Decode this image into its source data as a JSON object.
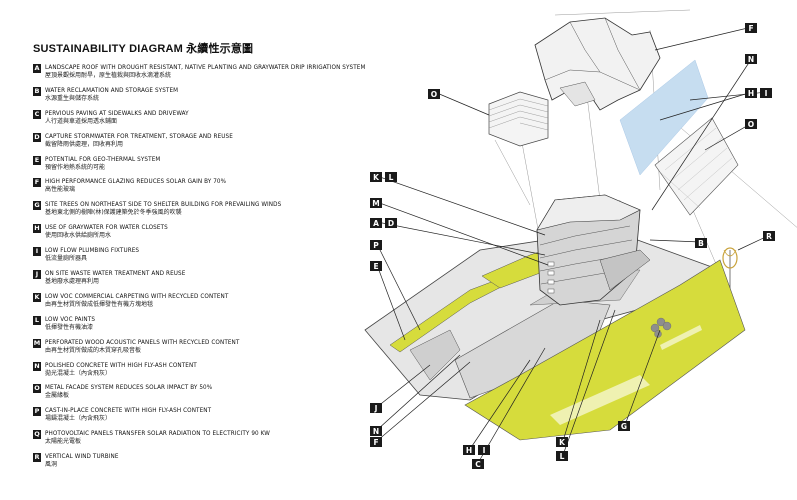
{
  "title": {
    "en": "SUSTAINABILITY DIAGRAM",
    "zh": "永續性示意圖"
  },
  "legend": [
    {
      "key": "A",
      "en": "LANDSCAPE ROOF WITH DROUGHT RESISTANT, NATIVE PLANTING AND GRAYWATER DRIP IRRIGATION SYSTEM",
      "zh": "屋頂景觀採用耐旱，原生植栽與回收水滴灌系統"
    },
    {
      "key": "B",
      "en": "WATER RECLAMATION AND STORAGE SYSTEM",
      "zh": "水源重生與儲存系統"
    },
    {
      "key": "C",
      "en": "PERVIOUS PAVING AT SIDEWALKS AND DRIVEWAY",
      "zh": "人行道與車道採用透水鋪面"
    },
    {
      "key": "D",
      "en": "CAPTURE STORMWATER FOR TREATMENT, STORAGE AND REUSE",
      "zh": "截留降雨供處理，回收再利用"
    },
    {
      "key": "E",
      "en": "POTENTIAL FOR GEO-THERMAL SYSTEM",
      "zh": "預留作地熱系統的可能"
    },
    {
      "key": "F",
      "en": "HIGH PERFORMANCE GLAZING REDUCES SOLAR GAIN BY 70%",
      "zh": "高性能玻璃"
    },
    {
      "key": "G",
      "en": "SITE TREES ON NORTHEAST SIDE TO SHELTER BUILDING FOR PREVAILING WINDS",
      "zh": "基地東北側的樹陣(林)保護建築免於冬季強風的吹襲"
    },
    {
      "key": "H",
      "en": "USE OF GRAYWATER FOR WATER CLOSETS",
      "zh": "使用回收水供給廁所用水"
    },
    {
      "key": "I",
      "en": "LOW FLOW PLUMBING FIXTURES",
      "zh": "低流量廁所器具"
    },
    {
      "key": "J",
      "en": "ON SITE WASTE WATER TREATMENT AND REUSE",
      "zh": "基地廢水處理再利用"
    },
    {
      "key": "K",
      "en": "LOW VOC COMMERCIAL CARPETING WITH RECYCLED CONTENT",
      "zh": "由再生材質所做成低揮發性有機方塊地毯"
    },
    {
      "key": "L",
      "en": "LOW VOC PAINTS",
      "zh": "低揮發性有機油漆"
    },
    {
      "key": "M",
      "en": "PERFORATED WOOD ACOUSTIC PANELS WITH RECYCLED CONTENT",
      "zh": "由再生材質所做成的木質穿孔吸音板"
    },
    {
      "key": "N",
      "en": "POLISHED CONCRETE WITH HIGH FLY-ASH CONTENT",
      "zh": "拋光混凝土（內含飛灰）"
    },
    {
      "key": "O",
      "en": "METAL FACADE SYSTEM REDUCES SOLAR IMPACT BY 50%",
      "zh": "金屬緣板"
    },
    {
      "key": "P",
      "en": "CAST-IN-PLACE CONCRETE WITH HIGH FLY-ASH CONTENT",
      "zh": "場鑄混凝土（內含飛灰）"
    },
    {
      "key": "Q",
      "en": "PHOTOVOLTAIC PANELS TRANSFER SOLAR RADIATION TO ELECTRICITY 90 KW",
      "zh": "太陽能光電板"
    },
    {
      "key": "R",
      "en": "VERTICAL WIND TURBINE",
      "zh": "風洞"
    }
  ],
  "callouts": [
    "F",
    "N",
    "O",
    "H",
    "I",
    "O",
    "K",
    "L",
    "M",
    "A",
    "D",
    "P",
    "E",
    "B",
    "R",
    "J",
    "N",
    "F",
    "H",
    "I",
    "C",
    "K",
    "L",
    "G"
  ],
  "colors": {
    "green": "#d6dc3c",
    "blue": "#c6ddf0",
    "roof": "#e8e8e8",
    "badge": "#1a1a1a"
  }
}
